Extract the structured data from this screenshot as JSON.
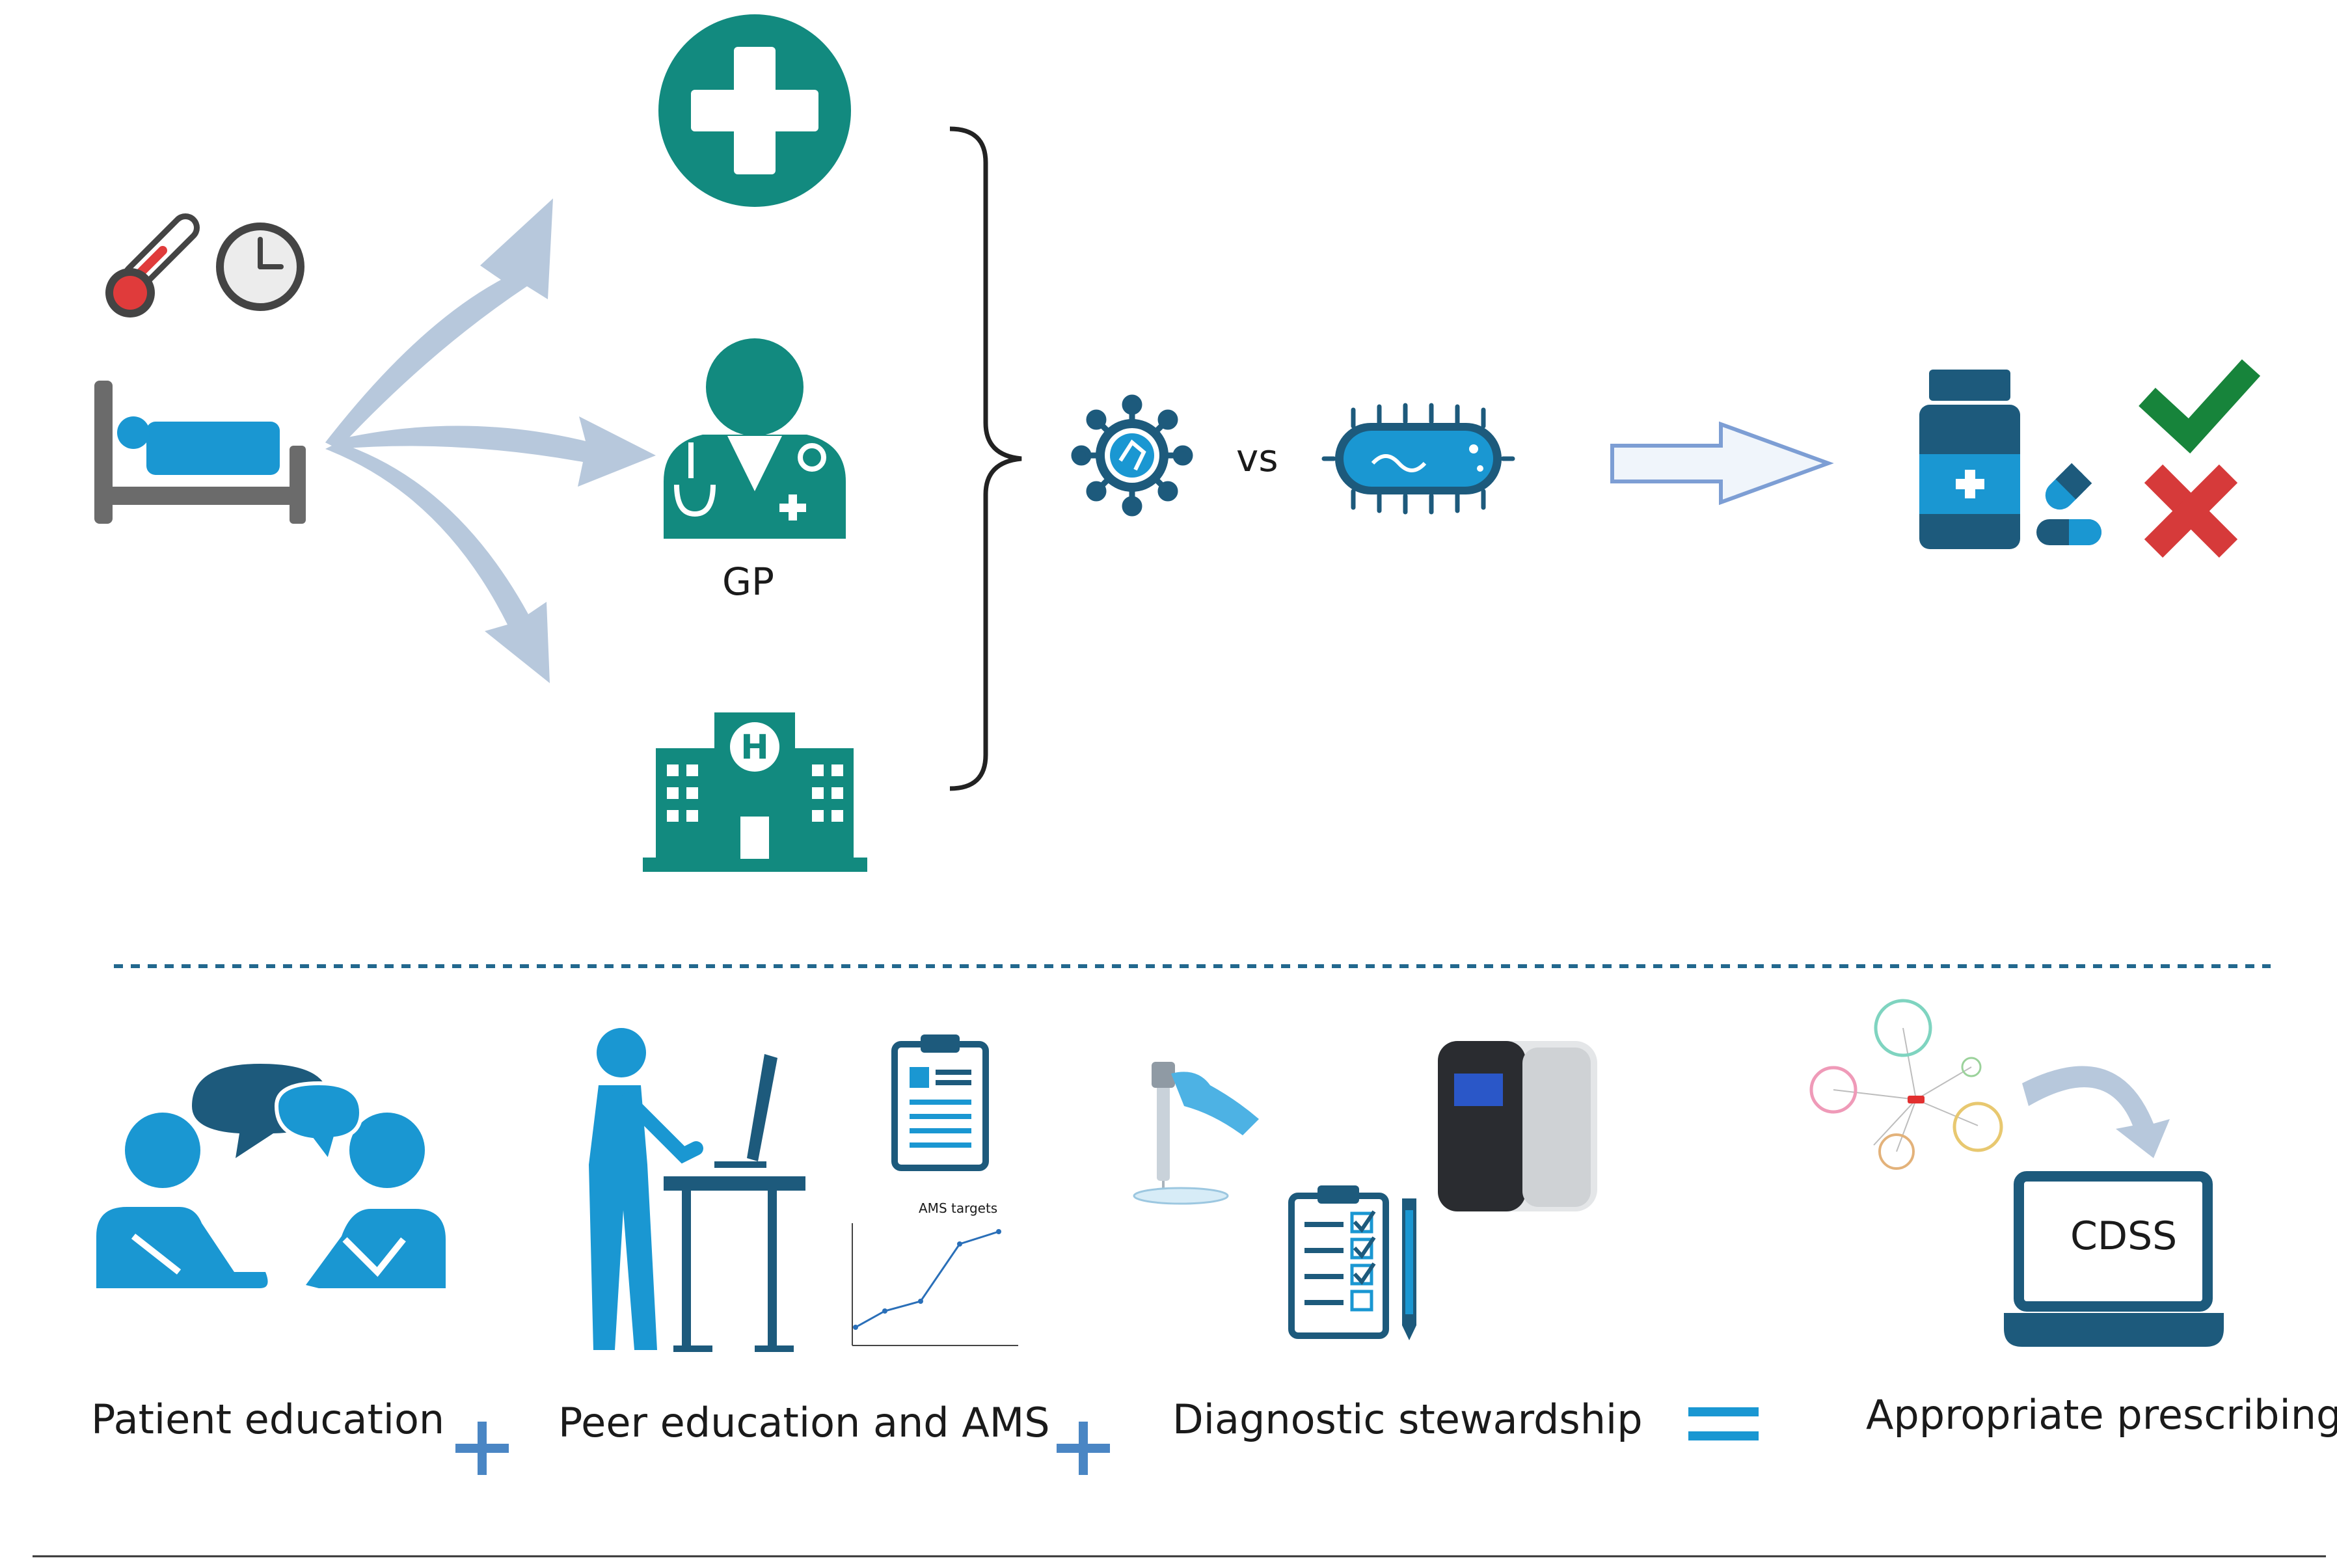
{
  "labels": {
    "gp": "GP",
    "vs": "vs",
    "patient_education": "Patient education",
    "peer_education": "Peer education and AMS",
    "diagnostic_stewardship": "Diagnostic stewardship",
    "appropriate_prescribing": "Appropriate prescribing",
    "cdss": "CDSS",
    "ams_targets": "AMS targets"
  },
  "colors": {
    "teal": "#128a7f",
    "blue": "#1a97d2",
    "navy": "#1d5a7c",
    "arrow": "#b7c8dc",
    "plus_blue": "#4a86c4",
    "check_green": "#17843b",
    "cross_red": "#d63a3a",
    "divider": "#22688e"
  },
  "icons": [
    "thermometer-icon",
    "clock-icon",
    "bed-icon",
    "first-aid-icon",
    "doctor-icon",
    "hospital-icon",
    "virus-icon",
    "bacteria-icon",
    "medicine-bottle-icon",
    "pill-icon",
    "check-icon",
    "cross-icon",
    "conversation-icon",
    "workstation-icon",
    "clipboard-icon",
    "pipette-icon",
    "sequencer-icon",
    "checklist-icon",
    "network-icon",
    "laptop-icon"
  ]
}
